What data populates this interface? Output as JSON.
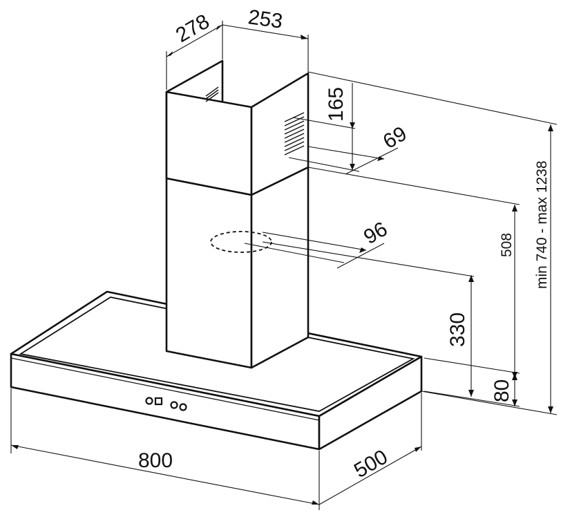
{
  "dimensions": {
    "chimney_depth": "278",
    "chimney_width": "253",
    "outlet_height": "165",
    "outlet_offset": "69",
    "duct_diameter": "96",
    "chimney_total": "508",
    "duct_height": "330",
    "body_height": "80",
    "overall_height": "min 740 - max 1238",
    "hood_width": "800",
    "hood_depth": "500"
  },
  "controls": {
    "buttons": [
      "circle",
      "square",
      "circle",
      "circle"
    ]
  }
}
